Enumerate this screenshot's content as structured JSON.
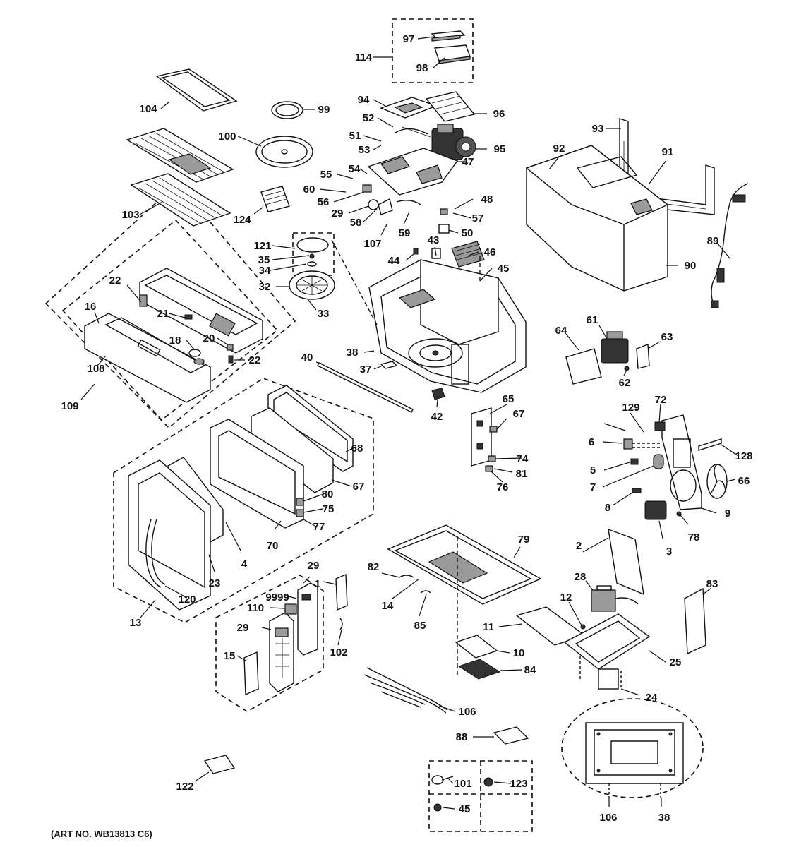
{
  "art_number": "(ART NO. WB13813 C6)",
  "part_labels": [
    "97",
    "98",
    "114",
    "104",
    "99",
    "94",
    "52",
    "96",
    "51",
    "53",
    "95",
    "93",
    "92",
    "91",
    "100",
    "54",
    "47",
    "55",
    "60",
    "48",
    "56",
    "57",
    "29",
    "58",
    "50",
    "59",
    "103",
    "124",
    "121",
    "107",
    "43",
    "35",
    "46",
    "89",
    "34",
    "44",
    "45",
    "90",
    "32",
    "33",
    "22",
    "16",
    "21",
    "20",
    "18",
    "22",
    "38",
    "61",
    "64",
    "63",
    "37",
    "40",
    "108",
    "62",
    "42",
    "109",
    "65",
    "67",
    "72",
    "129",
    "74",
    "68",
    "6",
    "128",
    "81",
    "67",
    "5",
    "76",
    "66",
    "80",
    "7",
    "75",
    "8",
    "9",
    "77",
    "70",
    "4",
    "3",
    "78",
    "79",
    "23",
    "2",
    "82",
    "29",
    "120",
    "1",
    "14",
    "28",
    "83",
    "9999",
    "13",
    "110",
    "12",
    "85",
    "29",
    "11",
    "102",
    "15",
    "10",
    "25",
    "84",
    "24",
    "106",
    "88",
    "122",
    "101",
    "123",
    "45",
    "106",
    "38",
    "38"
  ]
}
